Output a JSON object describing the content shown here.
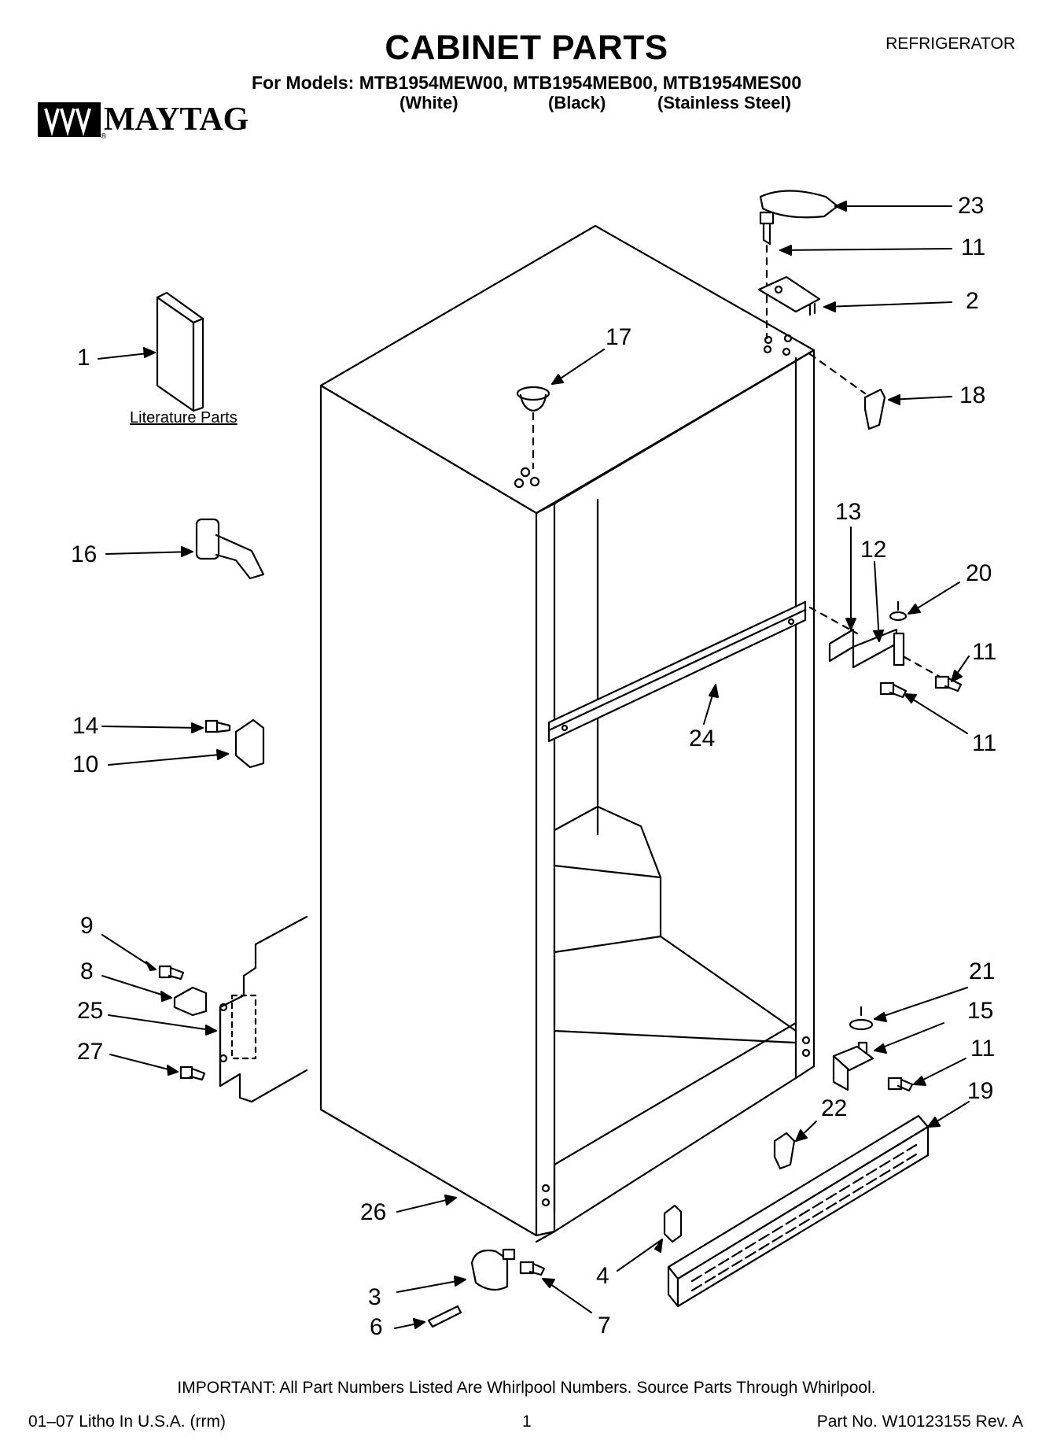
{
  "header": {
    "title": "CABINET PARTS",
    "product": "REFRIGERATOR",
    "models_line": "For Models: MTB1954MEW00, MTB1954MEB00, MTB1954MES00",
    "colors": [
      "(White)",
      "(Black)",
      "(Stainless Steel)"
    ],
    "brand": "MAYTAG",
    "brand_mark": "®"
  },
  "diagram": {
    "literature_label": "Literature Parts",
    "callouts": [
      "23",
      "11",
      "2",
      "17",
      "1",
      "18",
      "13",
      "12",
      "20",
      "16",
      "11",
      "11",
      "24",
      "14",
      "10",
      "9",
      "8",
      "25",
      "27",
      "21",
      "15",
      "11",
      "22",
      "19",
      "26",
      "4",
      "3",
      "7",
      "6"
    ]
  },
  "footer": {
    "important": "IMPORTANT: All Part Numbers Listed Are Whirlpool Numbers. Source Parts Through Whirlpool.",
    "litho": "01–07 Litho In U.S.A. (rrm)",
    "page": "1",
    "part_no": "Part No. W10123155 Rev. A"
  }
}
